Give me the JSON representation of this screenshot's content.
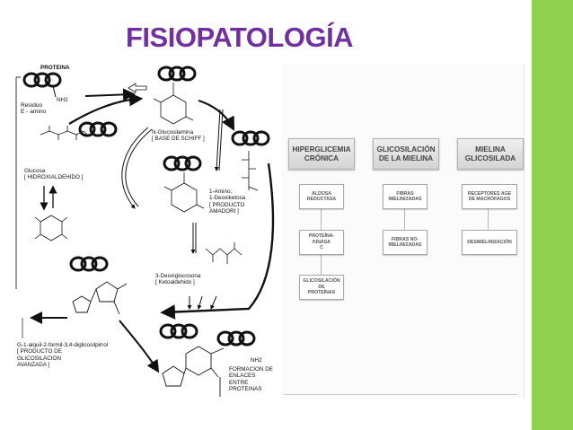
{
  "slide": {
    "title": "FISIOPATOLOGÍA",
    "accent_color": "#92d050",
    "title_color": "#7030a0"
  },
  "pathway": {
    "labels": {
      "protein": "PROTEINA",
      "residue": "Residuo\nE - amino",
      "nh2_top": "NH2",
      "glucose": "Glucosa\n[ HIDROXIALDEHIDO ]",
      "schiff": "N-Glucosilamina\n[ BASE DE SCHIFF ]",
      "amadori": "1-Amino,\n1-Deoxiketosa\n[ PRODUCTO\nAMADORI ]",
      "deoxyglucosone": "3-Deoxiglucosona\n[ Ketoaldehido ]",
      "pyrrole": "G-1-alquil-2-formil-3,4-diglicosilpirrol\n[ PRODUCTO DE\nGLICOSILACION\nAVANZADA ]",
      "crosslink": "FORMACION DE\nENLACES\nENTRE\nPROTEINAS",
      "nh2_bottom": "NH2"
    }
  },
  "concept_map": {
    "columns": [
      {
        "header": "HIPERGLICEMIA\nCRÓNICA",
        "items": [
          "ALDOSA\nREDUCTASA",
          "PROTEÍNA-KINASA\nC",
          "GLICOSILACIÓN DE\nPROTEÍNAS"
        ]
      },
      {
        "header": "GLICOSILACIÓN\nDE LA MIELINA",
        "items": [
          "FIBRAS\nMIELINIZADAS",
          "FIBRAS NO-\nMIELINIZADAS"
        ]
      },
      {
        "header": "MIELINA\nGLICOSILADA",
        "items": [
          "RECEPTORES AGE\nDE MACRÓFAGOS",
          "DESMIELINIZACIÓN"
        ]
      }
    ]
  }
}
